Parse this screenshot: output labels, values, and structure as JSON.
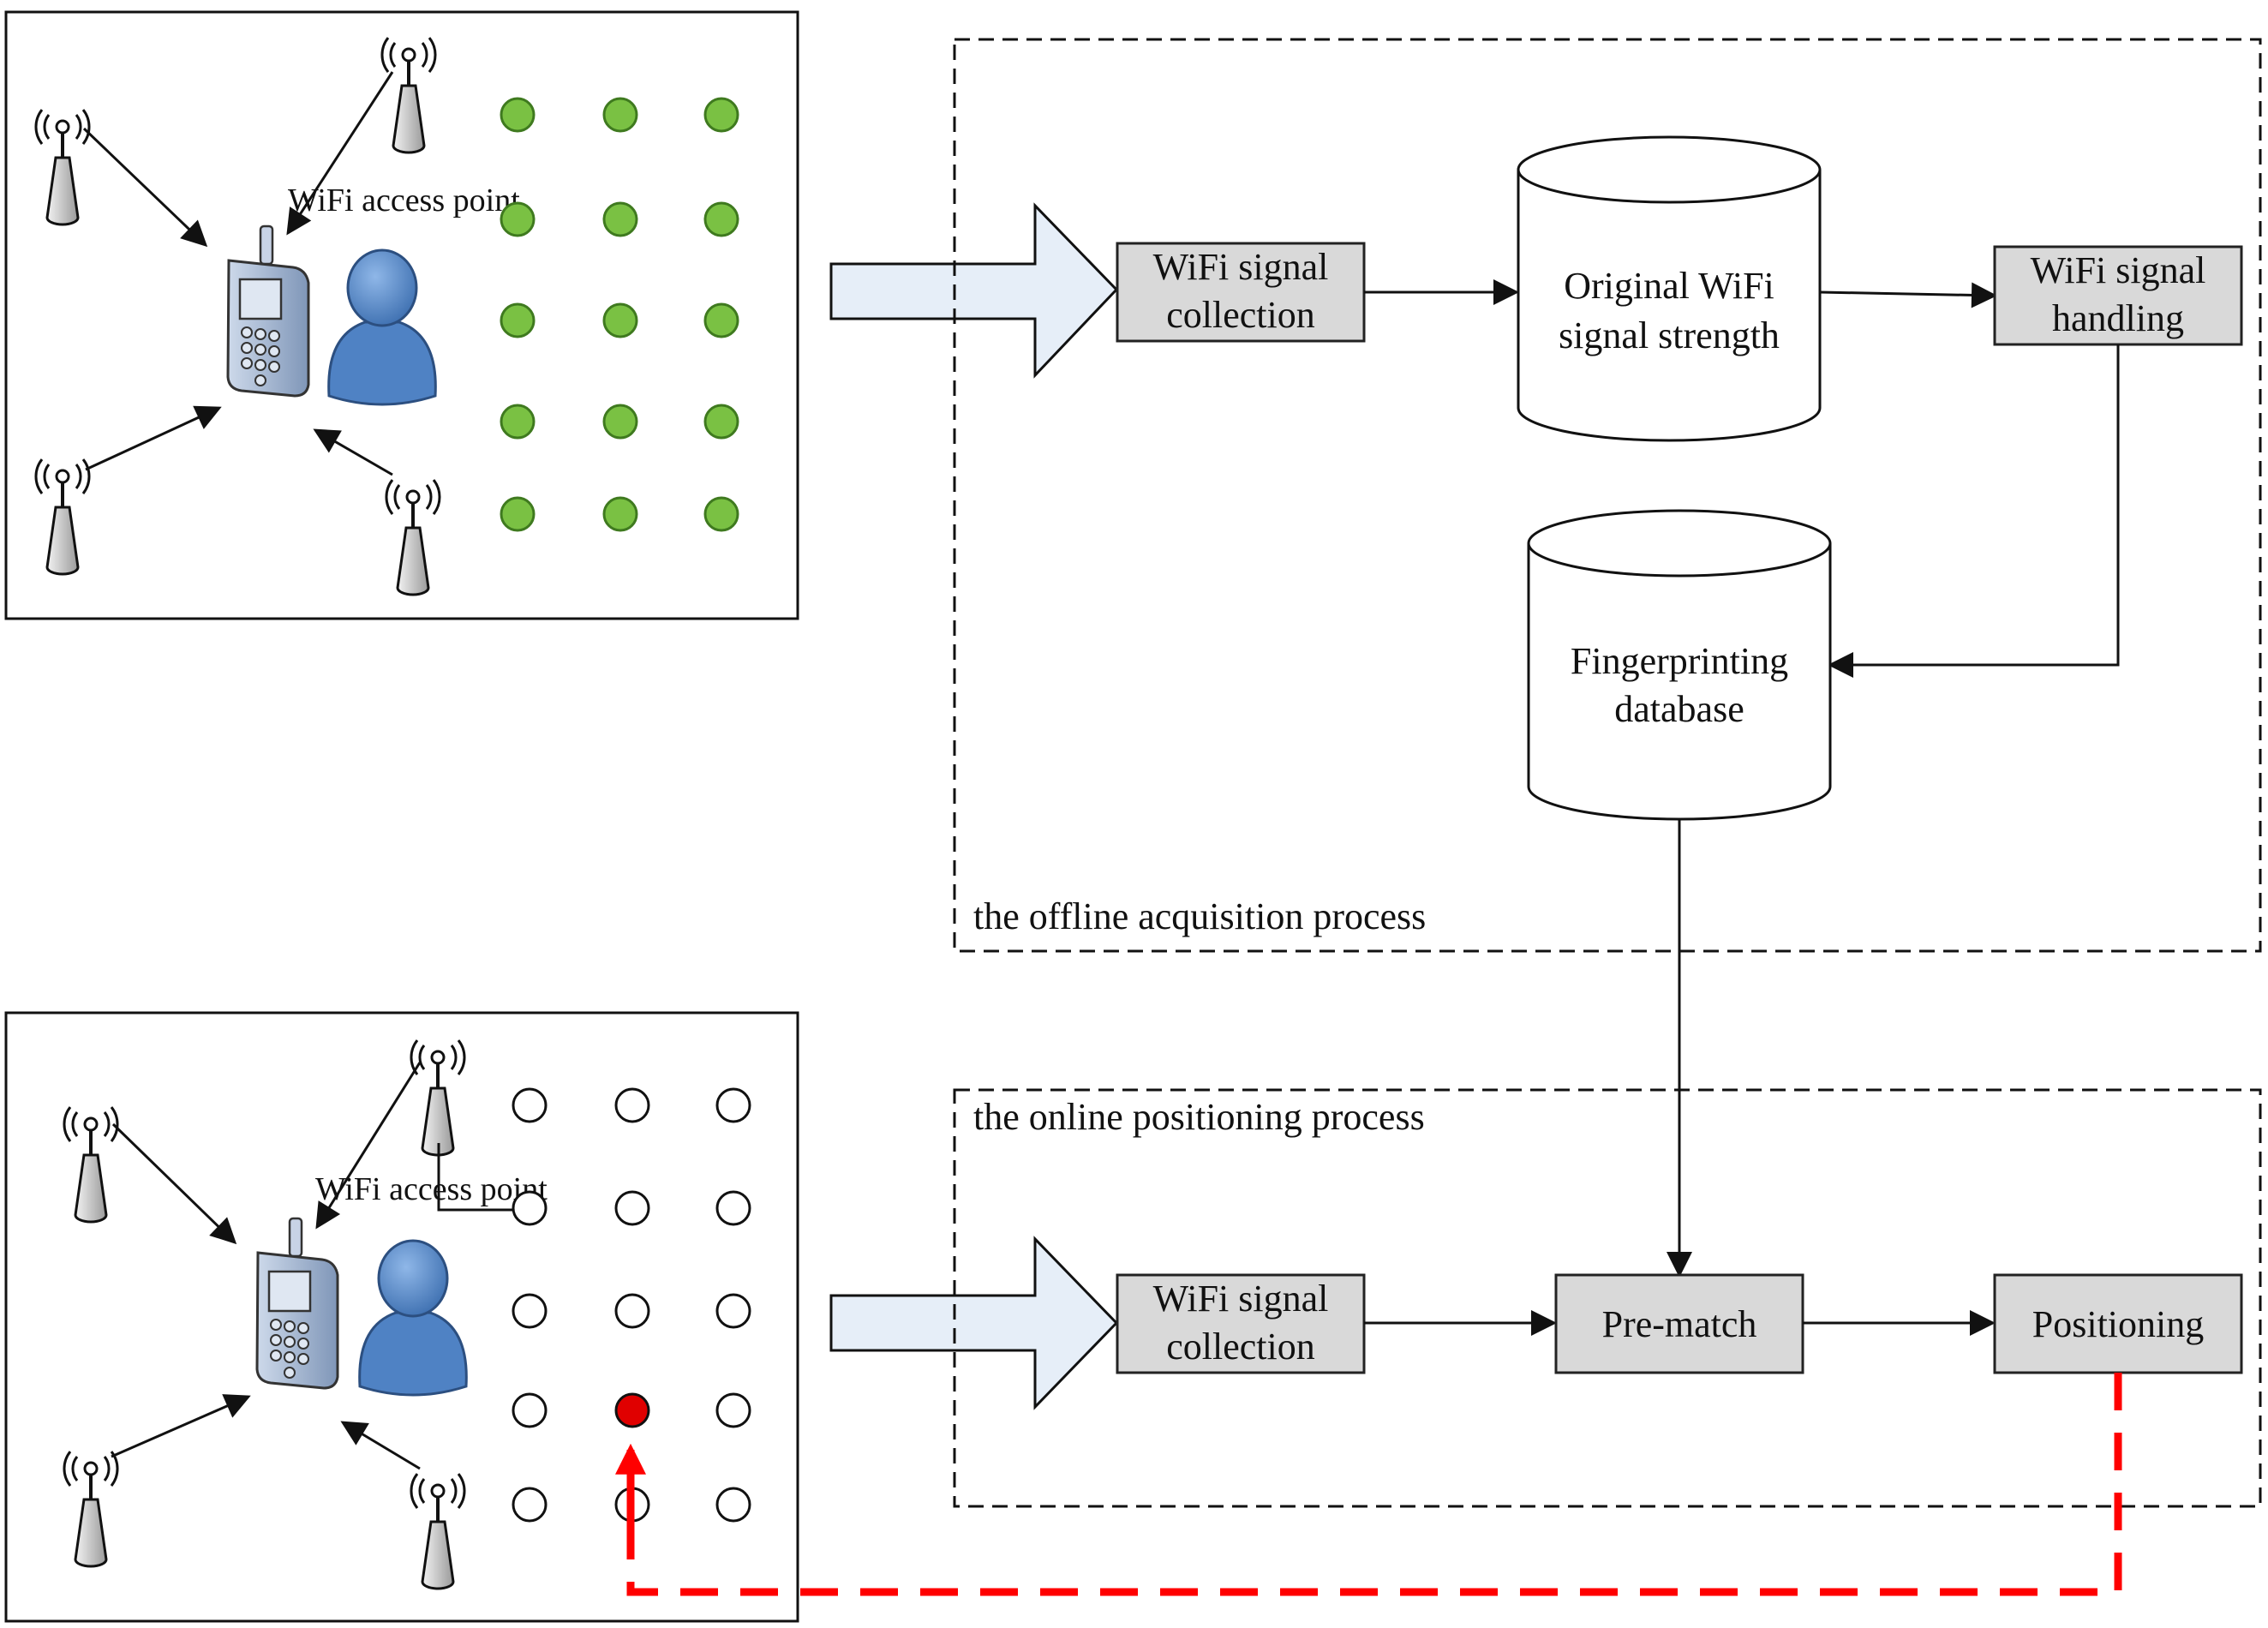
{
  "offline": {
    "region_label": "the offline acquisition process",
    "collection_label": [
      "WiFi signal",
      "collection"
    ],
    "original_db_label": [
      "Original WiFi",
      "signal strength"
    ],
    "handling_label": [
      "WiFi signal",
      "handling"
    ],
    "fingerprint_db_label": [
      "Fingerprinting",
      "database"
    ],
    "ap_label": "WiFi access point"
  },
  "online": {
    "region_label": "the online positioning process",
    "collection_label": [
      "WiFi signal",
      "collection"
    ],
    "prematch_label": "Pre-match",
    "positioning_label": "Positioning",
    "ap_label": "WiFi access point"
  },
  "colors": {
    "reference_point": "#7ac143",
    "reference_point_stroke": "#3f7a1f",
    "located_point": "#e00000",
    "result_path": "#ff0000",
    "box_fill": "#d9d9d9",
    "big_arrow_fill": "#e6eef8",
    "person": "#5b8fd0"
  },
  "grids": {
    "offline_cols": 3,
    "offline_rows": 5,
    "online_cols": 3,
    "online_rows": 5,
    "online_located": {
      "row": 4,
      "col": 2
    }
  },
  "icons": [
    "antenna-icon",
    "phone-icon",
    "person-icon"
  ]
}
